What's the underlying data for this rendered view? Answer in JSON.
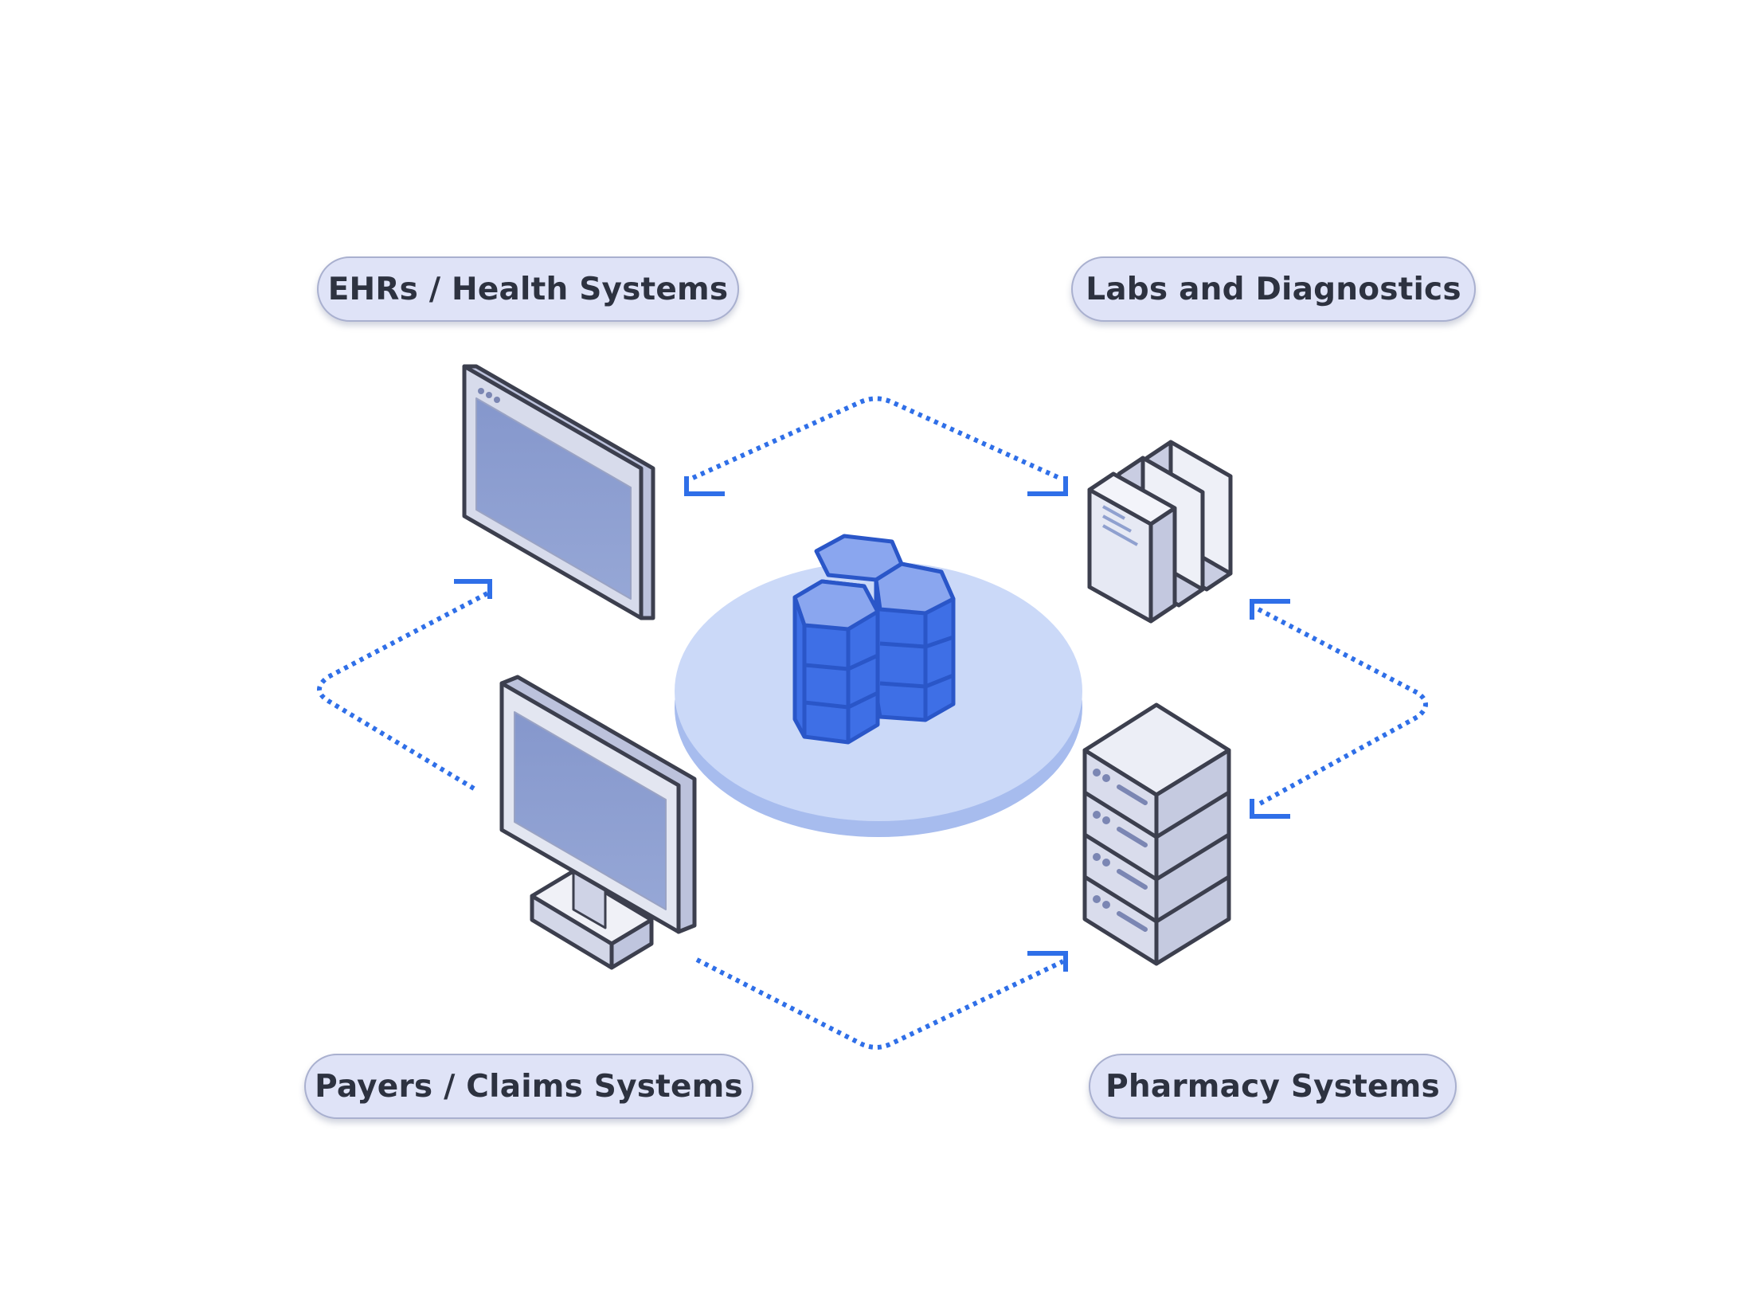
{
  "nodes": {
    "ehr": {
      "label": "EHRs / Health Systems",
      "icon": "monitor-icon"
    },
    "labs": {
      "label": "Labs and Diagnostics",
      "icon": "document-stack-icon"
    },
    "payers": {
      "label": "Payers / Claims Systems",
      "icon": "desktop-computer-icon"
    },
    "pharmacy": {
      "label": "Pharmacy Systems",
      "icon": "server-rack-icon"
    }
  },
  "hub": {
    "icon": "hexagon-data-cluster-icon"
  },
  "colors": {
    "accent": "#2f6fe8",
    "pill_bg": "#dfe3f7",
    "pill_border": "#a9b0cf",
    "platform": "#cbd9f8",
    "platform_side": "#a7bcee",
    "hex_top": "#8aa6ef",
    "hex_front": "#3e6fe6",
    "outline": "#3c3f4e",
    "screen": "#8fa0cf"
  }
}
